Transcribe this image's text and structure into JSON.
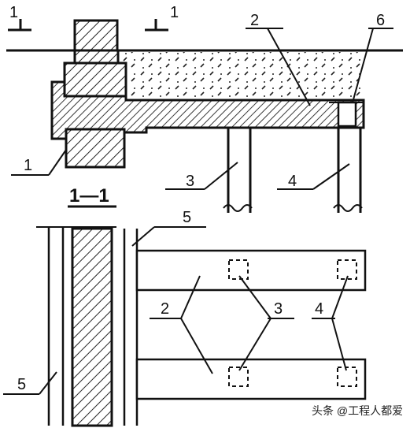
{
  "labels": {
    "section_left": "1",
    "section_right": "1",
    "section_title": "1—1",
    "item_1": "1",
    "item_2_top": "2",
    "item_2_bottom": "2",
    "item_3_top": "3",
    "item_3_bottom": "3",
    "item_4_top": "4",
    "item_4_bottom": "4",
    "item_5_left": "5",
    "item_5_top": "5",
    "item_6": "6"
  },
  "watermark": "头条 @工程人都爱"
}
